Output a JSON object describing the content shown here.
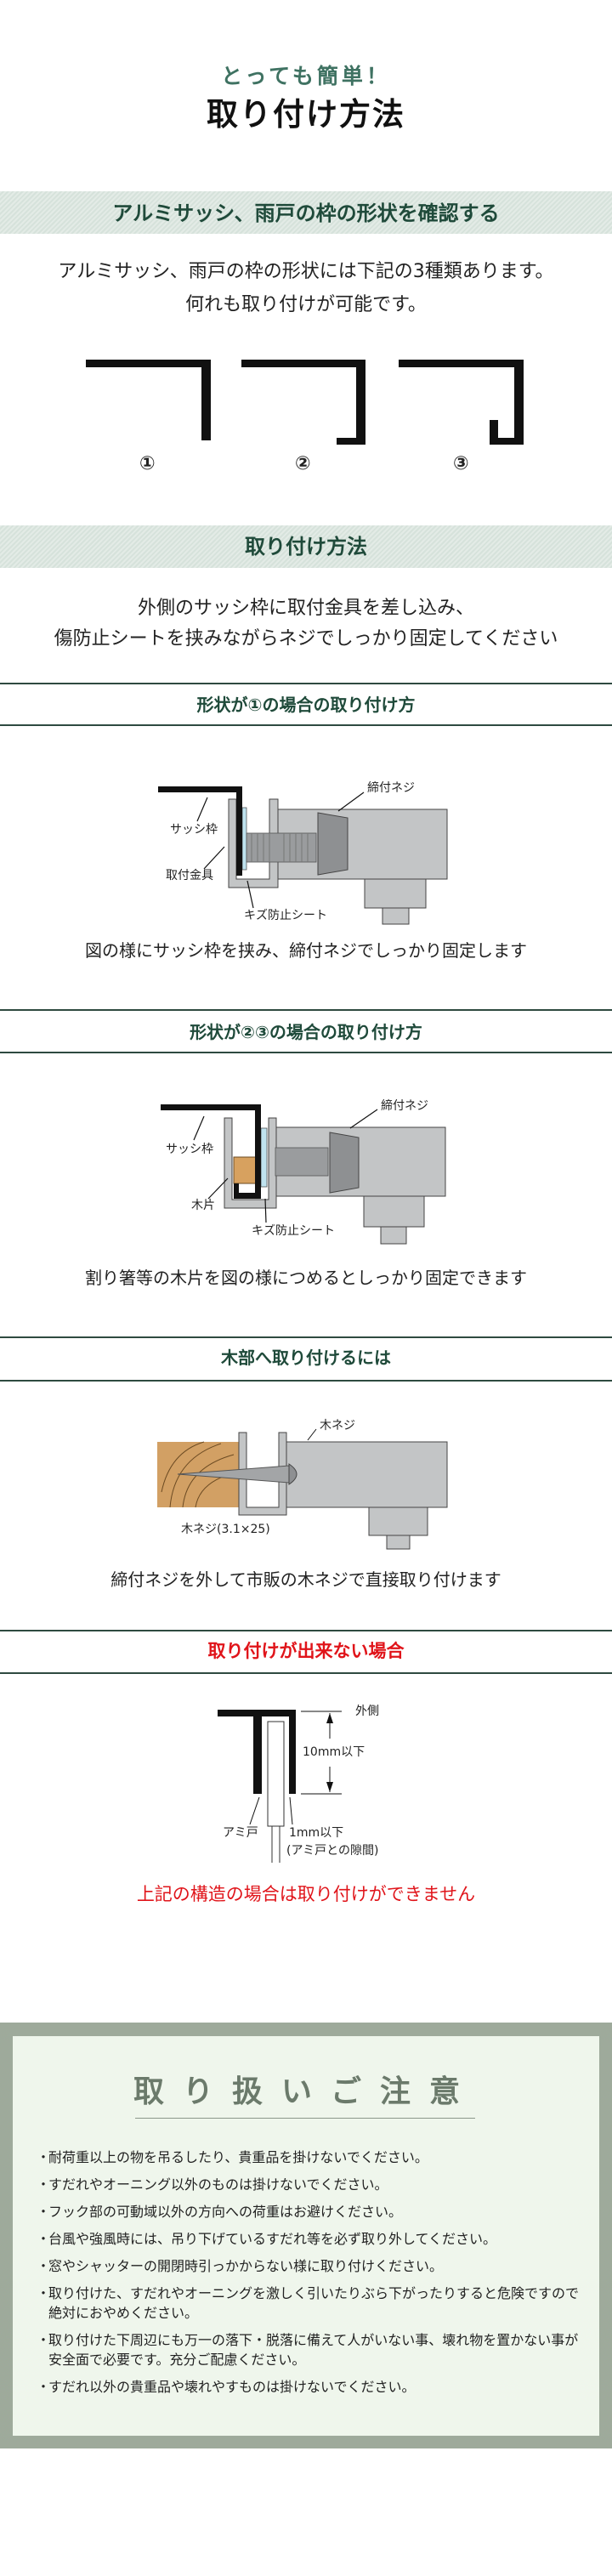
{
  "header": {
    "subtitle": "とっても簡単！",
    "title": "取り付け方法"
  },
  "frame_check": {
    "banner": "アルミサッシ、雨戸の枠の形状を確認する",
    "lines": [
      "アルミサッシ、雨戸の枠の形状には下記の3種類あります。",
      "何れも取り付けが可能です。"
    ],
    "shapes": [
      "①",
      "②",
      "③"
    ]
  },
  "method": {
    "banner": "取り付け方法",
    "lines": [
      "外側のサッシ枠に取付金具を差し込み、",
      "傷防止シートを挟みながらネジでしっかり固定してください"
    ]
  },
  "case1": {
    "heading": "形状が①の場合の取り付け方",
    "labels": {
      "screw": "締付ネジ",
      "sash": "サッシ枠",
      "bracket": "取付金具",
      "sheet": "キズ防止シート"
    },
    "caption": "図の様にサッシ枠を挟み、締付ネジでしっかり固定します"
  },
  "case23": {
    "heading": "形状が②③の場合の取り付け方",
    "labels": {
      "screw": "締付ネジ",
      "sash": "サッシ枠",
      "wood": "木片",
      "sheet": "キズ防止シート"
    },
    "caption": "割り箸等の木片を図の様につめるとしっかり固定できます"
  },
  "wood": {
    "heading": "木部へ取り付けるには",
    "labels": {
      "screw_top": "木ネジ",
      "screw_size": "木ネジ(3.1×25)"
    },
    "caption": "締付ネジを外して市販の木ネジで直接取り付けます"
  },
  "not_possible": {
    "heading": "取り付けが出来ない場合",
    "labels": {
      "outside": "外側",
      "depth": "10mm以下",
      "screen": "アミ戸",
      "gap": "1mm以下",
      "gap_note": "(アミ戸との隙間)"
    },
    "caption": "上記の構造の場合は取り付けができません"
  },
  "notice": {
    "title": "取り扱いご注意",
    "items": [
      "耐荷重以上の物を吊るしたり、貴重品を掛けないでください。",
      "すだれやオーニング以外のものは掛けないでください。",
      "フック部の可動域以外の方向への荷重はお避けください。",
      "台風や強風時には、吊り下げているすだれ等を必ず取り外してください。",
      "窓やシャッターの開閉時引っかからない様に取り付けください。",
      "取り付けた、すだれやオーニングを激しく引いたりぶら下がったりすると危険ですので絶対におやめください。",
      "取り付けた下周辺にも万一の落下・脱落に備えて人がいない事、壊れ物を置かない事が安全面で必要です。充分ご配慮ください。",
      "すだれ以外の貴重品や壊れやすものは掛けないでください。"
    ]
  },
  "colors": {
    "accent": "#1f4a3a",
    "warning": "#e0141a",
    "notice_border": "#9eaa9b",
    "notice_bg": "#eff6ec"
  }
}
